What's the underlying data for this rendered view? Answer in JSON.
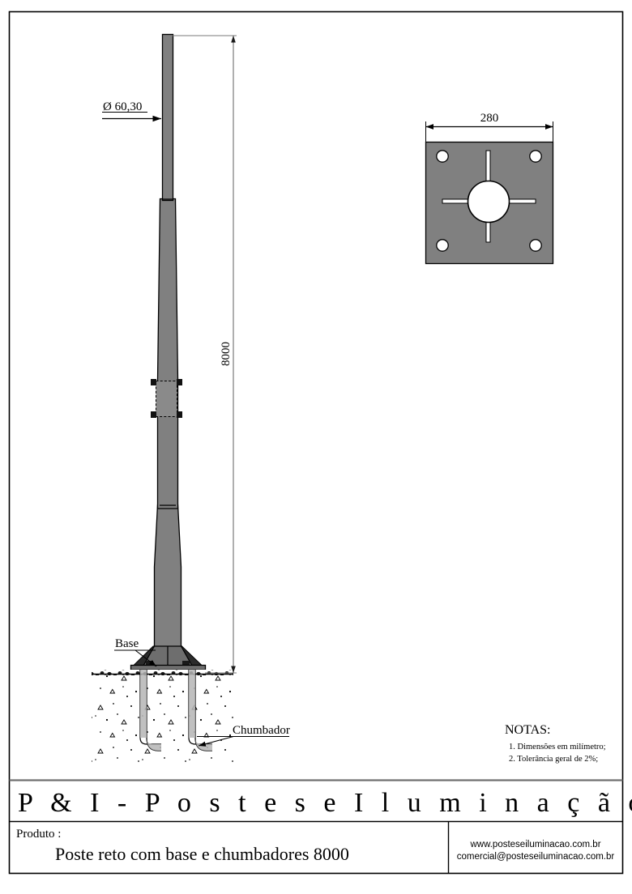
{
  "drawing": {
    "title_block": {
      "brand": "P & I  -  P o s t e s   e   I l u m i n a ç ã o",
      "product_label": "Produto :",
      "product_name": "Poste reto com base e chumbadores 8000",
      "website": "www.posteseiluminacao.com.br",
      "email": "comercial@posteseiluminacao.com.br"
    },
    "notes": {
      "heading": "NOTAS:",
      "items": [
        "1. Dimensões em milímetro;",
        "2. Tolerância geral de 2%;"
      ]
    },
    "elevation_view": {
      "diameter_label": "Ø 60,30",
      "height_label": "8000",
      "base_label": "Base",
      "anchor_label": "Chumbador"
    },
    "plate_view": {
      "width_label": "280"
    },
    "colors": {
      "steel_fill": "#808080",
      "line": "#000000",
      "dim_line": "#7a7a7a",
      "concrete_fill": "#ffffff",
      "frame": "#000000"
    }
  }
}
